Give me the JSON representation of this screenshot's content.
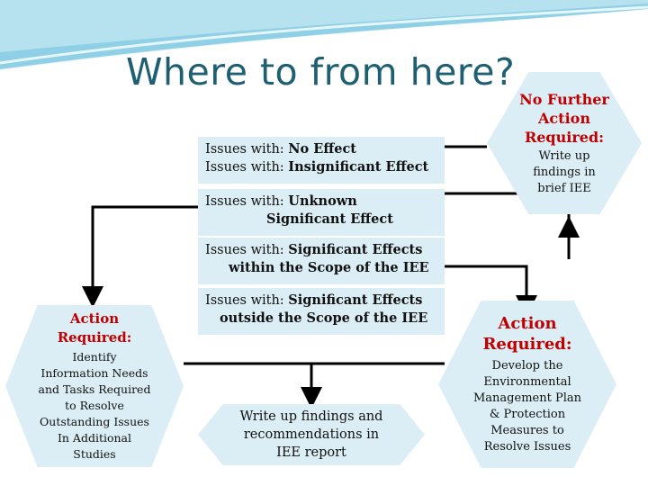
{
  "title": "Where to from here?",
  "colors": {
    "accent_red": "#c00000",
    "box_fill": "#dbeef5",
    "title_color": "#1f5f73",
    "connector": "#000000"
  },
  "issues": [
    {
      "lines": [
        {
          "prefix": "Issues with: ",
          "bold": "No Effect"
        },
        {
          "prefix": "Issues with: ",
          "bold": "Insignificant Effect"
        }
      ]
    },
    {
      "lines": [
        {
          "prefix": "Issues with: ",
          "bold": "Unknown"
        },
        {
          "prefix": "",
          "bold": "Significant Effect"
        }
      ]
    },
    {
      "lines": [
        {
          "prefix": "Issues with: ",
          "bold": "Significant Effects"
        },
        {
          "prefix": "",
          "bold": "within the Scope of the IEE"
        }
      ]
    },
    {
      "lines": [
        {
          "prefix": "Issues with: ",
          "bold": "Significant Effects"
        },
        {
          "prefix": "",
          "bold": "outside the Scope of the IEE"
        }
      ]
    }
  ],
  "no_further_action": {
    "heading": [
      "No Further",
      "Action",
      "Required:"
    ],
    "body": [
      "Write up",
      "findings in",
      "brief IEE"
    ]
  },
  "action_left": {
    "heading": [
      "Action",
      "Required:"
    ],
    "body": [
      "Identify",
      "Information Needs",
      "and Tasks Required",
      "to Resolve",
      "Outstanding Issues",
      "In Additional",
      "Studies"
    ]
  },
  "action_right": {
    "heading": [
      "Action",
      "Required:"
    ],
    "body": [
      "Develop the",
      "Environmental",
      "Management Plan",
      "& Protection",
      "Measures to",
      "Resolve Issues"
    ]
  },
  "write_up": {
    "body": [
      "Write up findings and",
      "recommendations in",
      "IEE report"
    ]
  }
}
